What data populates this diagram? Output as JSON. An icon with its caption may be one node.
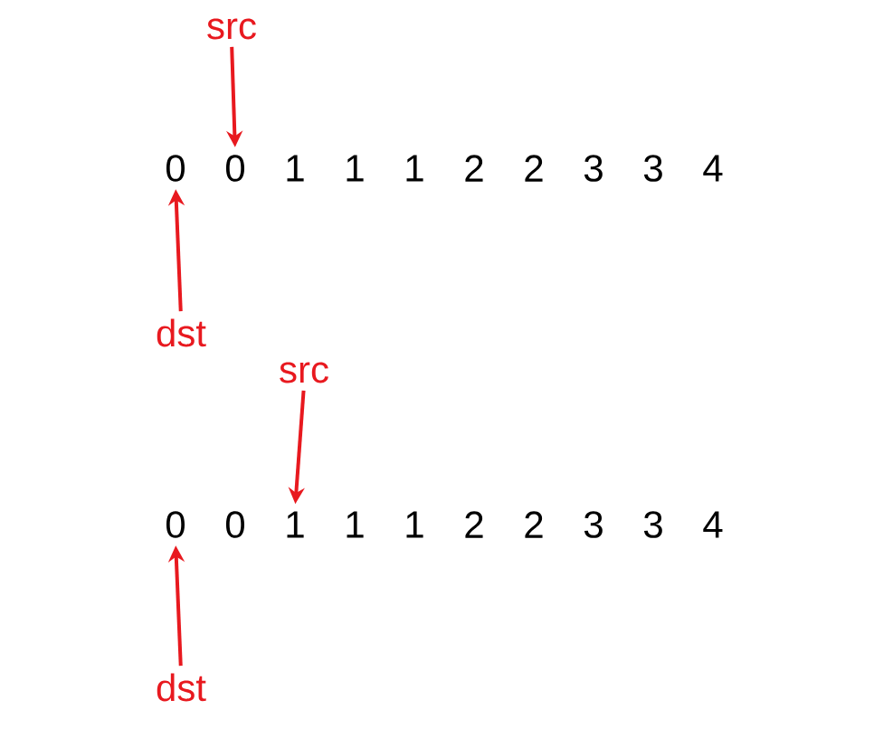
{
  "diagram": {
    "nodes": [
      {
        "text": [
          "src"
        ]
      },
      {
        "text": [
          "0"
        ]
      },
      {
        "text": [
          "0"
        ]
      },
      {
        "text": [
          "1"
        ]
      },
      {
        "text": [
          "1"
        ]
      },
      {
        "text": [
          "1"
        ]
      },
      {
        "text": [
          "2"
        ]
      },
      {
        "text": [
          "2"
        ]
      },
      {
        "text": [
          "3"
        ]
      },
      {
        "text": [
          "3"
        ]
      },
      {
        "text": [
          "4"
        ]
      },
      {
        "text": [
          "dst"
        ]
      },
      {
        "text": [
          "src"
        ]
      },
      {
        "text": [
          "0"
        ]
      },
      {
        "text": [
          "0"
        ]
      },
      {
        "text": [
          "1"
        ]
      },
      {
        "text": [
          "1"
        ]
      },
      {
        "text": [
          "1"
        ]
      },
      {
        "text": [
          "2"
        ]
      },
      {
        "text": [
          "2"
        ]
      },
      {
        "text": [
          "3"
        ]
      },
      {
        "text": [
          "3"
        ]
      },
      {
        "text": [
          "4"
        ]
      },
      {
        "text": [
          "dst"
        ]
      }
    ],
    "edges": [
      {
        "from": 0,
        "to": 2,
        "arrow": "to",
        "color": "#e8191f"
      },
      {
        "from": 11,
        "to": 1,
        "arrow": "to",
        "color": "#e8191f"
      },
      {
        "from": 12,
        "to": 15,
        "arrow": "to",
        "color": "#e8191f"
      },
      {
        "from": 23,
        "to": 13,
        "arrow": "to",
        "color": "#e8191f"
      }
    ]
  }
}
